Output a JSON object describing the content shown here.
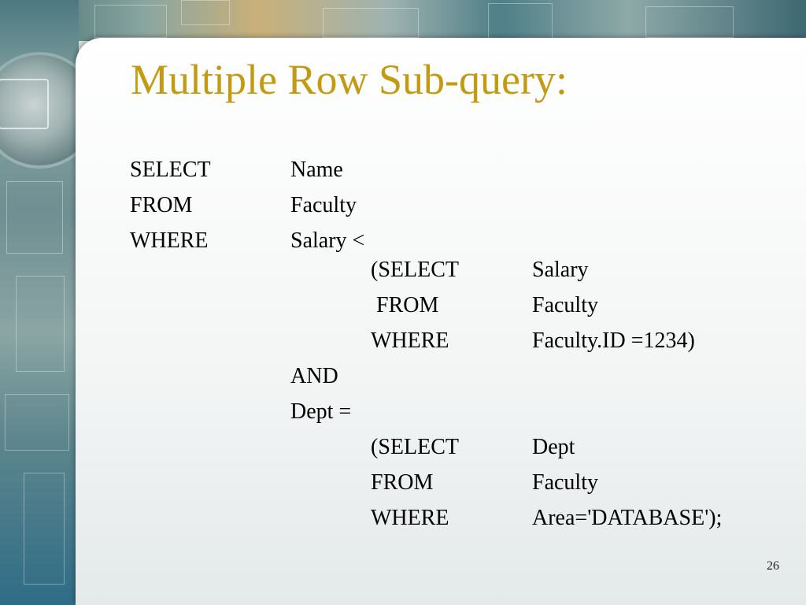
{
  "slide": {
    "title": "Multiple Row Sub-query:",
    "page_number": "26"
  },
  "query": {
    "select_kw": "SELECT",
    "select_val": "Name",
    "from_kw": "FROM",
    "from_val": "Faculty",
    "where_kw": "WHERE",
    "where_val": "Salary <",
    "sub1": {
      "select_kw": "(SELECT",
      "select_val": "Salary",
      "from_kw": " FROM",
      "from_val": "Faculty",
      "where_kw": "WHERE",
      "where_val": "Faculty.ID =1234)"
    },
    "and_kw": "AND",
    "dept_expr": "Dept =",
    "sub2": {
      "select_kw": "(SELECT",
      "select_val": "Dept",
      "from_kw": "FROM",
      "from_val": "Faculty",
      "where_kw": "WHERE",
      "where_val": "Area='DATABASE');"
    }
  }
}
